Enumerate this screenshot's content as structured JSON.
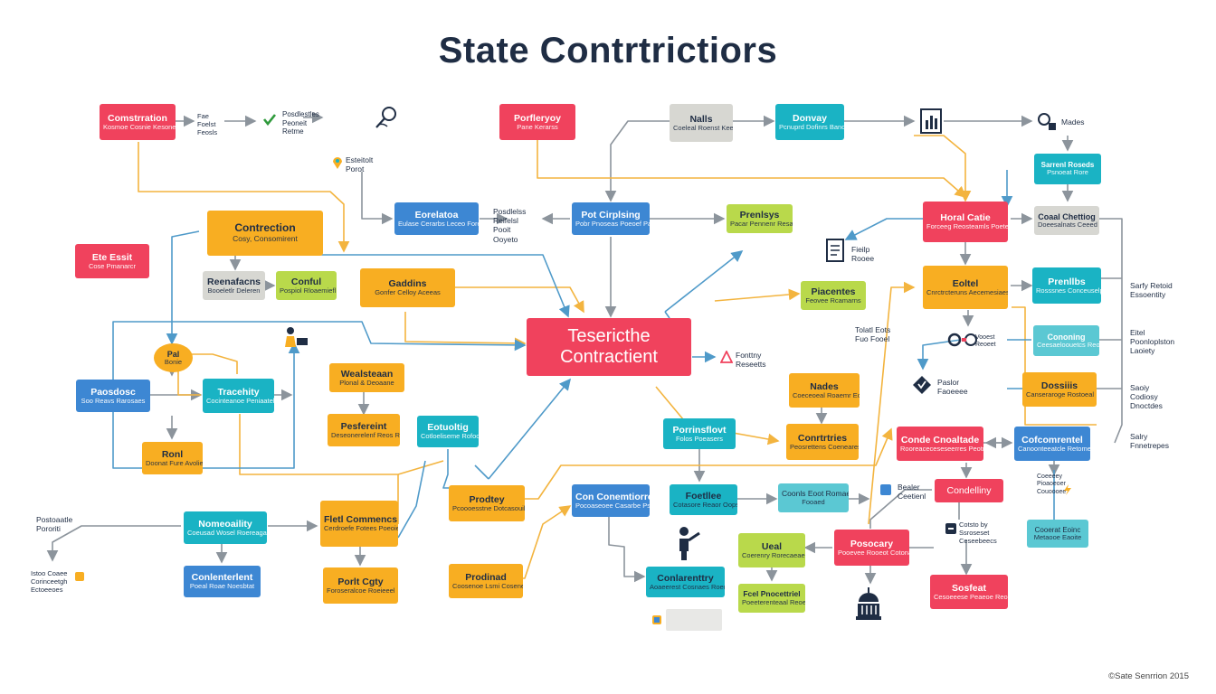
{
  "title": "State Contrtrictiors",
  "copyright": "©Sate Senrrion 2015",
  "colors": {
    "red": "#f0425d",
    "orange": "#f8ae22",
    "teal": "#1ab3c4",
    "blue": "#3d87d3",
    "lime": "#b9d94b",
    "gray": "#d7d7d2",
    "lightteal": "#5bc8d3",
    "line_gray": "#8c949c",
    "line_orange": "#f3b43f",
    "line_blue": "#4f9ac9"
  },
  "nodes": [
    {
      "title": "Comstrration",
      "sub": "Kosmoe Cosnie Kesoneat Wenarss"
    },
    {
      "title": "Porfleryoy",
      "sub": "Pane Kerarss"
    },
    {
      "title": "Nalls",
      "sub": "Coeleal Roenst Keenses"
    },
    {
      "title": "Donvay",
      "sub": "Pcnuprd Dofinrs Banoot"
    },
    {
      "title": "Sarrenl Roseds",
      "sub": "Psnoeat Rore"
    },
    {
      "title": "Contrection",
      "sub": "Cosy, Consomirent"
    },
    {
      "title": "Eorelatoa",
      "sub": "Eulase Cerarbs Leceo Foret Roarets"
    },
    {
      "title": "Pot Cirplsing",
      "sub": "Pobr Pnoseas Poeoef Palsaertt"
    },
    {
      "title": "Prenlsys",
      "sub": "Pacar Pennenr Resaees Rongete"
    },
    {
      "title": "Horal Catie",
      "sub": "Forceeg Reosteamls Poeteraceeinn"
    },
    {
      "title": "Coaal Chettiog",
      "sub": "Doeesalnats Ceeed Potastaaeet"
    },
    {
      "title": "Ete Essit",
      "sub": "Cose Pmanarcr"
    },
    {
      "title": "Reenafacns",
      "sub": "Booeletlr Deleren"
    },
    {
      "title": "Conful",
      "sub": "Pospiol Rloaemiefl"
    },
    {
      "title": "Gaddins",
      "sub": "Gonfer Celloy Aceeas"
    },
    {
      "title": "Piacentes",
      "sub": "Feovee Rcamarns"
    },
    {
      "title": "Eoltel",
      "sub": "Cnrctrcteruns Aecemesiaes Raseeer"
    },
    {
      "title": "Prenllbs",
      "sub": "Rosssnes Conceuselp Feosrel"
    },
    {
      "title": "Tesericthe",
      "sub": "Contractient"
    },
    {
      "title": "Cononing",
      "sub": "Ceesaeloouetcs Reonsncee"
    },
    {
      "title": "Pal",
      "sub": "Bonie"
    },
    {
      "title": "Paosdosc",
      "sub": "Soo Reavs Rarosaes"
    },
    {
      "title": "Tracehity",
      "sub": "Cocinteanoe Peniaatele"
    },
    {
      "title": "Wealsteaan",
      "sub": "Plonal & Deoaane"
    },
    {
      "title": "Nades",
      "sub": "Coeceoeal Roaemr Eouis"
    },
    {
      "title": "Dossiiis",
      "sub": "Canseraroge Rostoeal"
    },
    {
      "title": "Pesfereint",
      "sub": "Deseonerelenf Reos Rooro"
    },
    {
      "title": "Eotuoltig",
      "sub": "Cotloeliseme Rofoo"
    },
    {
      "title": "Porrinsflovt",
      "sub": "Folos Poeasers"
    },
    {
      "title": "Conrtrtries",
      "sub": "Peosrettens Coeneares Paestoomeenstls"
    },
    {
      "title": "Conde Cnoaltade",
      "sub": "Rooreaceceseseerres Peotr Canes"
    },
    {
      "title": "Cofcomrentel",
      "sub": "Canoonteeatcle Retomeaetaee"
    },
    {
      "title": "Ronl",
      "sub": "Doonat Fure Avolie"
    },
    {
      "title": "Prodtey",
      "sub": "Pcoooesstne Dotcasouiln Rsasre"
    },
    {
      "title": "Con Conemtiorre",
      "sub": "Pocoaseoee Casarbe Psaenatetee Rooyg"
    },
    {
      "title": "Foetllee",
      "sub": "Cotasore Reaor Oops"
    },
    {
      "title": "Coonls Eoot Romae",
      "sub": "Fooaed"
    },
    {
      "title": "Nomeoaility",
      "sub": "Coeusad Wosel Roereagaes"
    },
    {
      "title": "Fletl Commencs",
      "sub": "Cerdroefe Fotees Poeoiecenbs"
    },
    {
      "title": "Conlenterlent",
      "sub": "Poeal Roae Noesbtat"
    },
    {
      "title": "Porlt Cgty",
      "sub": "Foroseralcoe Roeieeel"
    },
    {
      "title": "Prodinad",
      "sub": "Coosenoe Lsmi Coseneoee Pooee"
    },
    {
      "title": "Conlarenttry",
      "sub": "Aoaeerest Cosnaes Roenrea Dosnie"
    },
    {
      "title": "Ueal",
      "sub": "Coerenry Rorecaeae Rooeeeee"
    },
    {
      "title": "Fcel Pnocettriel",
      "sub": "Poeeterenteaal Reoeme"
    },
    {
      "title": "Posocary",
      "sub": "Pooevee Rooeot Cotonaas Pescutas"
    },
    {
      "title": "Condelliny",
      "sub": ""
    },
    {
      "title": "Sosfeat",
      "sub": "Cesoeeese Peaeoe Reoae"
    },
    {
      "title": "Cooerat Eoinc",
      "sub": "Metaooe Eaoite"
    }
  ],
  "labels": [
    "Fae Foelst Feosls",
    "Posdlestles Peoneit Retme",
    "Esteitolt Porot",
    "Posdlelss Reifelsl Pooit Ooyeto",
    "Fieilp Rooee",
    "Mades",
    "Sarfy Retoid Essoentity",
    "Eitel Poonloplston Laoiety",
    "Saoiy Codiosy Dnoctdes",
    "Salry Fnnetrepes",
    "Tolatl Eots Fuo Fooel",
    "Fonttny Reseetts",
    "Paslor Faoeeee",
    "Bealer Ceetienl",
    "Coeeeey Pioaoeoer Couoooee",
    "Vooest Reoeet",
    "Cotsto by Ssroseset Ceseebeecs",
    "Postoaatle Pororiti",
    "Istoo Coaee Corinceetgh Ectoeeoes"
  ]
}
